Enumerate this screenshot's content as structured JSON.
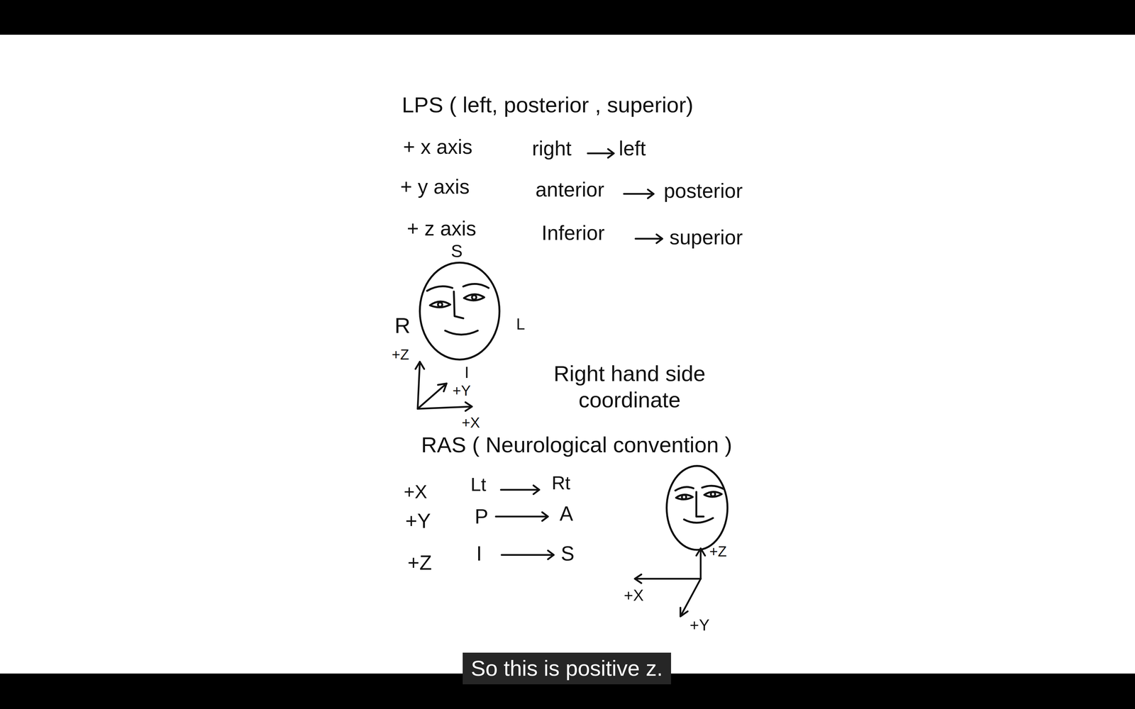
{
  "diagram": {
    "nodes": [
      {
        "text": [
          "So this is positive z."
        ]
      }
    ],
    "labels": [
      "LPS ( left, posterior , superior)",
      "+ x axis",
      "right",
      "left",
      "+ y axis",
      "anterior",
      "posterior",
      "+ z axis",
      "Inferior",
      "superior",
      "S",
      "R",
      "L",
      "I",
      "+Z",
      "+Y",
      "+X",
      "Right hand side coordinate",
      "RAS ( Neurological convention )",
      "+X",
      "Lt",
      "Rt",
      "+Y",
      "P",
      "A",
      "+Z",
      "I",
      "S",
      "+Z",
      "+X",
      "+Y"
    ]
  }
}
